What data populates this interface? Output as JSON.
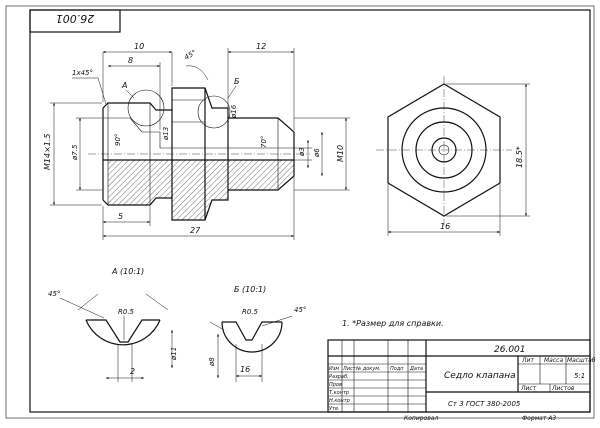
{
  "stamp_code": "26.001",
  "notes": {
    "reference_sizes": "1. *Размер для справки."
  },
  "main_view": {
    "dims": {
      "d10": "10",
      "d8": "8",
      "d45a": "45°",
      "d12": "12",
      "d1x45": "1x45°",
      "d90": "90°",
      "d13": "ø13",
      "d16": "ø16",
      "d70": "70°",
      "d3": "ø3",
      "m10": "M10",
      "d6": "ø6",
      "d75": "ø7.5",
      "m14": "M14×1.5",
      "d5": "5",
      "d27": "27"
    },
    "labels": {
      "a": "A",
      "b": "Б"
    }
  },
  "side_view": {
    "dims": {
      "d185": "18.5*",
      "d16": "16"
    }
  },
  "detail_a": {
    "title": "A (10:1)",
    "dims": {
      "angle": "45°",
      "radius": "R0.5",
      "width": "2",
      "dia": "ø11"
    }
  },
  "detail_b": {
    "title": "Б (10:1)",
    "dims": {
      "angle": "45°",
      "radius": "R0.5",
      "width": "16",
      "dia": "ø8"
    }
  },
  "title_block": {
    "code": "26.001",
    "name": "Седло клапана",
    "material": "Ст 3 ГОСТ 380-2005",
    "head": {
      "lit": "Лит",
      "mass": "Масса",
      "scale": "Масштаб"
    },
    "scale_value": "5:1",
    "sheet": "Лист",
    "sheets": "Листов",
    "rows": {
      "izm": "Изм",
      "list": "Лист",
      "ndok": "№ докум.",
      "podp": "Подп",
      "data": "Дата",
      "razrab": "Разраб.",
      "prov": "Пров",
      "tkontr": "Т.контр",
      "nkontr": "Н.контр",
      "utv": "Утв."
    }
  },
  "footer": {
    "copied": "Копировал",
    "format": "Формат А3"
  }
}
